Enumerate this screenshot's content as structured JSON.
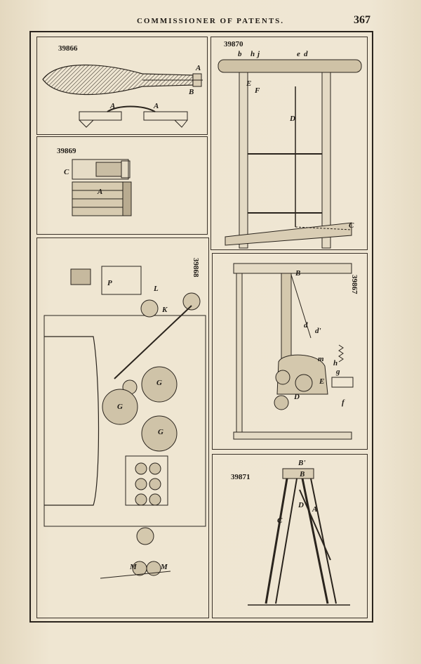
{
  "header": {
    "title": "COMMISSIONER OF PATENTS.",
    "page_number": "367"
  },
  "figures": {
    "f39866": {
      "number": "39866",
      "letters": [
        "A",
        "B",
        "A",
        "A"
      ]
    },
    "f39869": {
      "number": "39869",
      "letters": [
        "C",
        "A"
      ]
    },
    "f39870": {
      "number": "39870",
      "letters": [
        "b",
        "h",
        "j",
        "e",
        "d",
        "E",
        "F",
        "D",
        "C"
      ]
    },
    "f39868": {
      "number": "39868",
      "letters": [
        "P",
        "K",
        "L",
        "G",
        "G",
        "G",
        "M",
        "M"
      ]
    },
    "f39867": {
      "number": "39867",
      "letters": [
        "B",
        "d",
        "d'",
        "m",
        "h",
        "g",
        "E",
        "D",
        "f"
      ]
    },
    "f39871": {
      "number": "39871",
      "letters": [
        "B'",
        "B",
        "D",
        "A",
        "C"
      ]
    }
  }
}
